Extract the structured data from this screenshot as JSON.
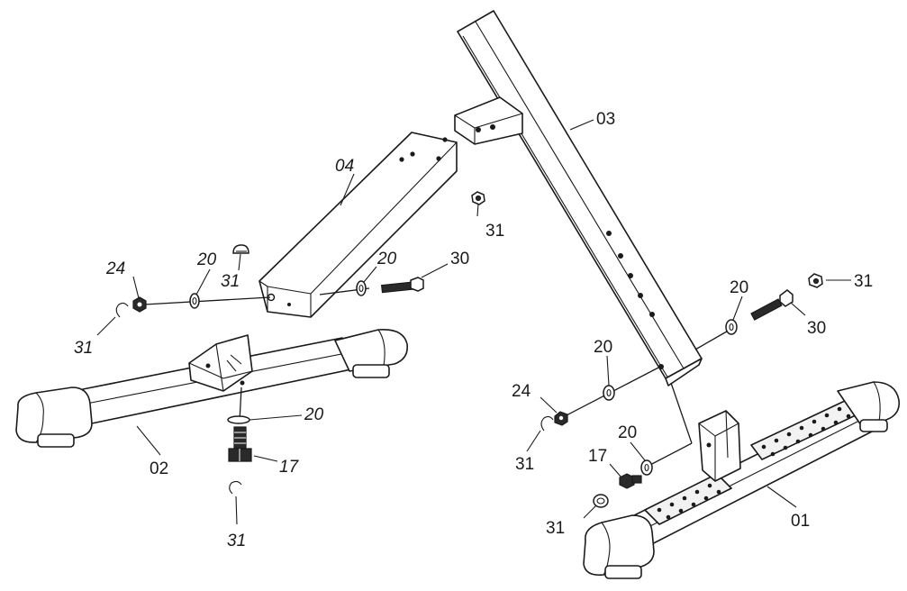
{
  "parts": {
    "p01": "01",
    "p02": "02",
    "p03": "03",
    "p04": "04"
  },
  "hardware": {
    "h17": "17",
    "h20": "20",
    "h24": "24",
    "h30": "30",
    "h31": "31"
  }
}
